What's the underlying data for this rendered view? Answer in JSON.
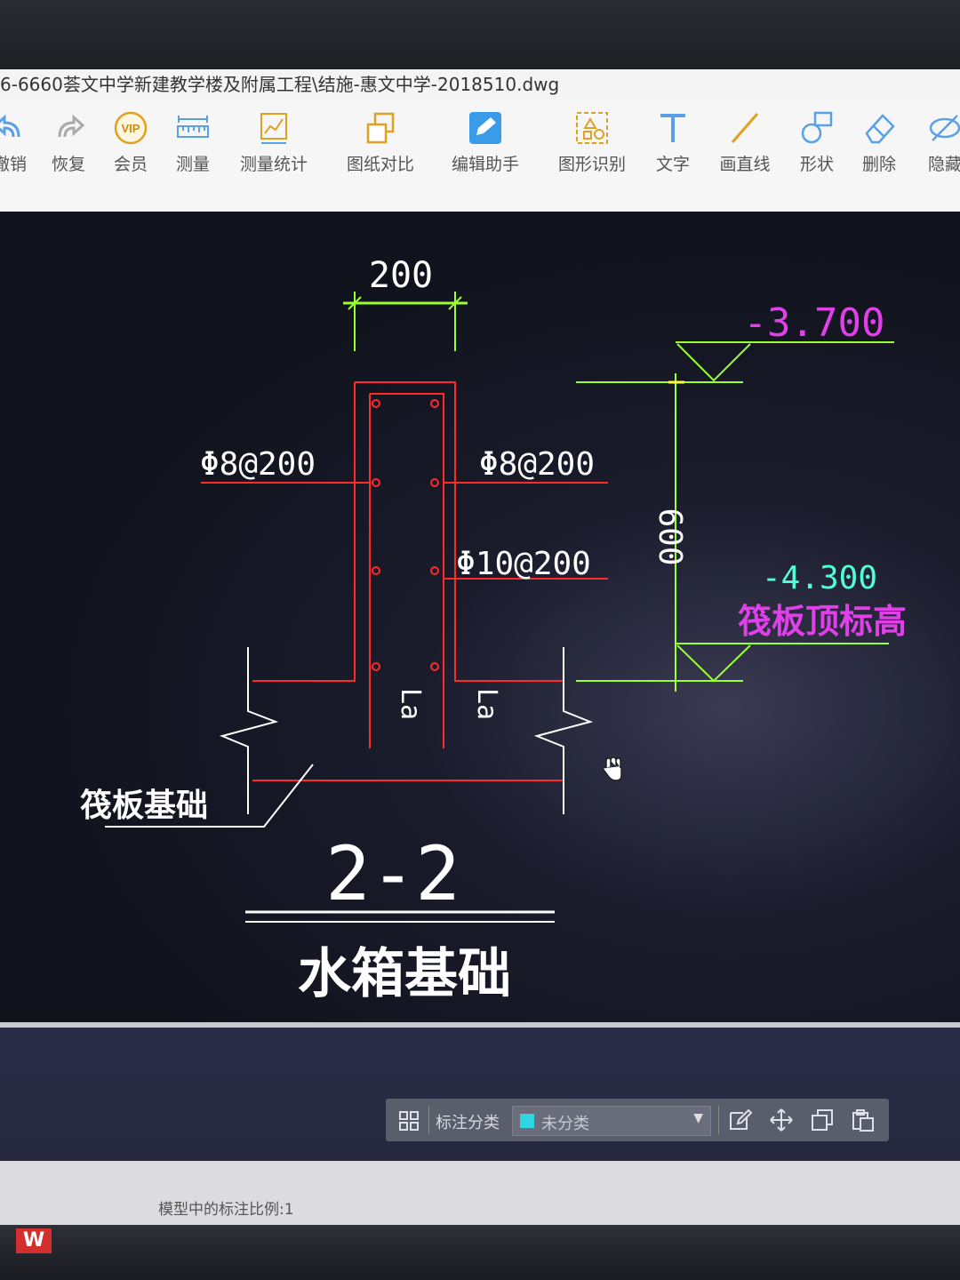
{
  "window": {
    "title": "6-6660荟文中学新建教学楼及附属工程\\结施-惠文中学-2018510.dwg"
  },
  "toolbar": {
    "items": [
      {
        "label": "撤销",
        "icon": "undo-icon"
      },
      {
        "label": "恢复",
        "icon": "redo-icon"
      },
      {
        "label": "会员",
        "icon": "vip-icon",
        "badge": "VIP"
      },
      {
        "label": "测量",
        "icon": "ruler-icon"
      },
      {
        "label": "测量统计",
        "icon": "measure-stats-icon"
      },
      {
        "label": "图纸对比",
        "icon": "compare-icon"
      },
      {
        "label": "编辑助手",
        "icon": "edit-assistant-icon"
      },
      {
        "label": "图形识别",
        "icon": "shape-recognition-icon"
      },
      {
        "label": "文字",
        "icon": "text-icon"
      },
      {
        "label": "画直线",
        "icon": "line-icon"
      },
      {
        "label": "形状",
        "icon": "shape-icon"
      },
      {
        "label": "删除",
        "icon": "eraser-icon"
      },
      {
        "label": "隐藏",
        "icon": "hide-icon"
      }
    ]
  },
  "drawing": {
    "dim_width": "200",
    "dim_height": "600",
    "rebar_left": "Φ8@200",
    "rebar_right": "Φ8@200",
    "rebar_mid": "Φ10@200",
    "anchor_left": "La",
    "anchor_right": "La",
    "elev_top": "-3.700",
    "elev_bottom": "-4.300",
    "raft_top_label": "筏板顶标高",
    "raft_label": "筏板基础",
    "section_number": "2-2",
    "section_title": "水箱基础",
    "colors": {
      "rebar": "#ff2a2a",
      "dimension": "#9cff2e",
      "elevation_text": "#e040e8",
      "elevation_cyan": "#4fffd8",
      "text": "#ffffff",
      "background": "#14162a"
    }
  },
  "annotation_toolbar": {
    "category_label": "标注分类",
    "selected_category": "未分类",
    "category_color": "#2fd6e0"
  },
  "status": {
    "text": "模型中的标注比例:1"
  }
}
